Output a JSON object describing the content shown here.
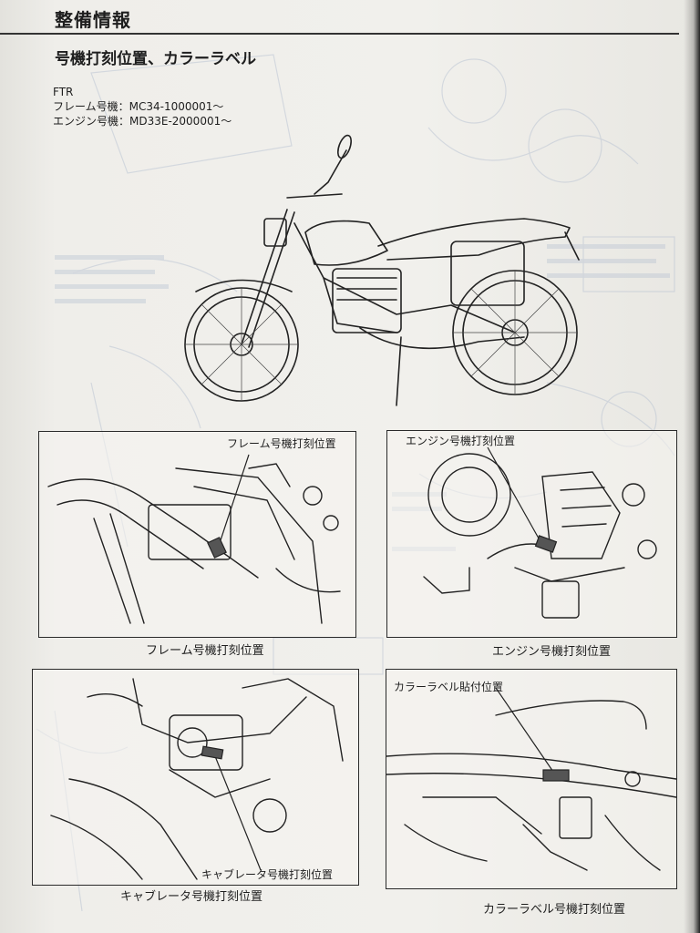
{
  "header": {
    "section_title": "整備情報",
    "heading": "号機打刻位置、カラーラベル"
  },
  "model": {
    "name": "FTR",
    "frame_number": "フレーム号機：MC34-1000001～",
    "engine_number": "エンジン号機：MD33E-2000001～"
  },
  "panels": {
    "frame": {
      "callout": "フレーム号機打刻位置",
      "caption": "フレーム号機打刻位置"
    },
    "engine": {
      "callout": "エンジン号機打刻位置",
      "caption": "エンジン号機打刻位置"
    },
    "carburetor": {
      "callout": "キャブレータ号機打刻位置",
      "caption": "キャブレータ号機打刻位置"
    },
    "color_label": {
      "callout": "カラーラベル貼付位置",
      "caption": "カラーラベル号機打刻位置"
    }
  },
  "colors": {
    "ink": "#1e1e1e",
    "paper": "#f1f0ec",
    "ghost": "#b8c2d2"
  }
}
